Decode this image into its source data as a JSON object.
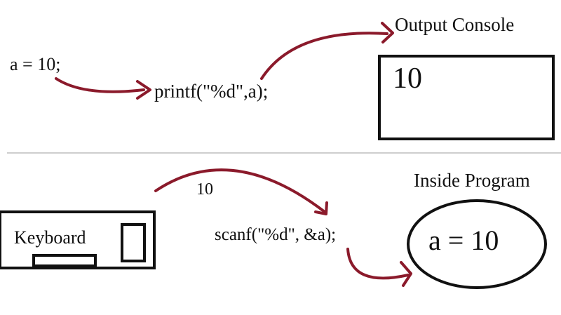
{
  "top_section": {
    "assignment": "a = 10;",
    "printf_call": "printf(\"%d\",a);",
    "console_title": "Output Console",
    "console_output": "10"
  },
  "bottom_section": {
    "keyboard_label": "Keyboard",
    "input_value": "10",
    "scanf_call": "scanf(\"%d\", &a);",
    "memory_title": "Inside Program",
    "memory_content": "a = 10"
  },
  "colors": {
    "arrow": "#8b1a2b",
    "ink": "#111111",
    "divider": "#bdbdbd"
  }
}
